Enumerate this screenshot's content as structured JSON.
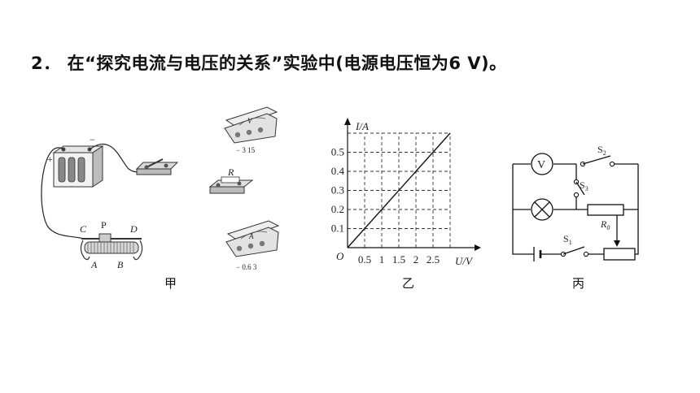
{
  "question": {
    "number": "2．",
    "text": "在“探究电流与电压的关系”实验中(电源电压恒为6 V)。"
  },
  "figures": {
    "jia": {
      "caption": "甲",
      "labels": {
        "battery_plus": "+",
        "battery_minus": "−",
        "rheostat_C": "C",
        "rheostat_P": "P",
        "rheostat_D": "D",
        "rheostat_A": "A",
        "rheostat_B": "B",
        "resistor": "R",
        "voltmeter_symbol": "V",
        "voltmeter_terminals": "−   3   15",
        "ammeter_symbol": "A",
        "ammeter_terminals": "− 0.6  3"
      }
    },
    "yi": {
      "caption": "乙",
      "origin": "O"
    },
    "bing": {
      "caption": "丙",
      "labels": {
        "voltmeter": "V",
        "S1": "S",
        "S1_sub": "1",
        "S2": "S",
        "S2_sub": "2",
        "S3": "S",
        "S3_sub": "3",
        "R0": "R",
        "R0_sub": "0"
      }
    }
  },
  "chart_data": {
    "type": "line",
    "xlabel": "U/V",
    "ylabel": "I/A",
    "x_ticks": [
      "0.5",
      "1",
      "1.5",
      "2",
      "2.5"
    ],
    "y_ticks": [
      "0.1",
      "0.2",
      "0.3",
      "0.4",
      "0.5"
    ],
    "xlim": [
      0,
      3
    ],
    "ylim": [
      0,
      0.6
    ],
    "grid": "dashed",
    "series": [
      {
        "x": [
          0,
          3
        ],
        "y": [
          0,
          0.6
        ]
      }
    ]
  }
}
